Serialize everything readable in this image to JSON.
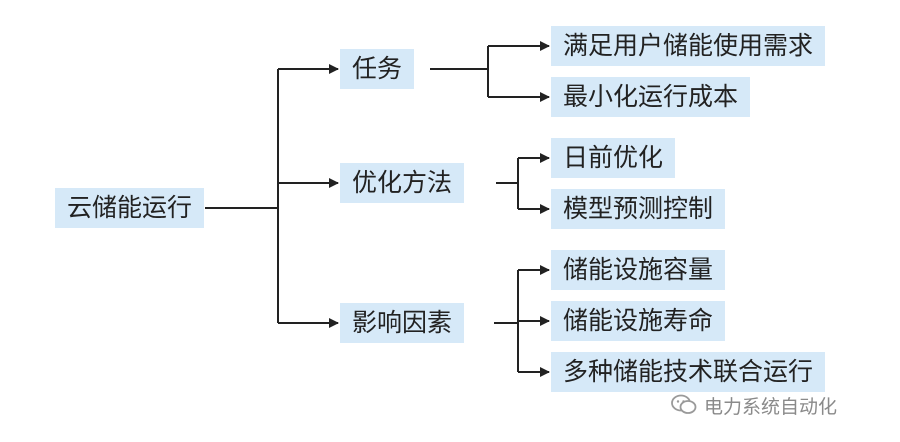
{
  "root": {
    "label": "云储能运行"
  },
  "branches": [
    {
      "label": "任务",
      "children": [
        "满足用户储能使用需求",
        "最小化运行成本"
      ]
    },
    {
      "label": "优化方法",
      "children": [
        "日前优化",
        "模型预测控制"
      ]
    },
    {
      "label": "影响因素",
      "children": [
        "储能设施容量",
        "储能设施寿命",
        "多种储能技术联合运行"
      ]
    }
  ],
  "watermark": {
    "text": "电力系统自动化",
    "icon": "wechat-icon"
  },
  "colors": {
    "box_fill": "#d6e9f8",
    "line": "#222222",
    "watermark": "#8a8a8a"
  }
}
